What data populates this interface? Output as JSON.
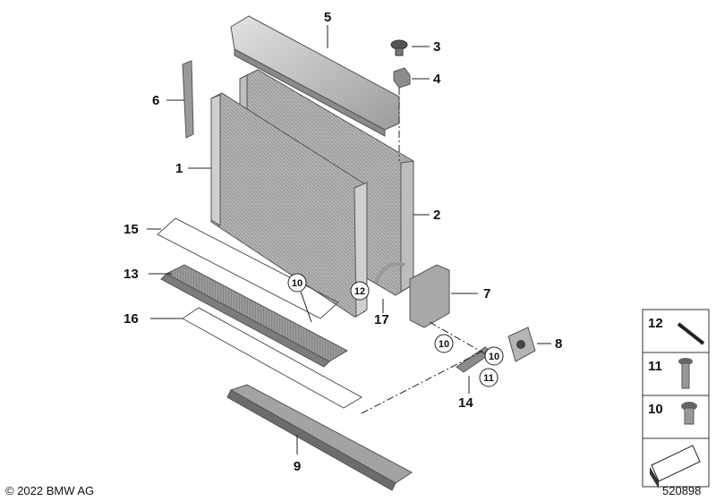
{
  "callouts": {
    "p1": "1",
    "p2": "2",
    "p3": "3",
    "p4": "4",
    "p5": "5",
    "p6": "6",
    "p7": "7",
    "p8": "8",
    "p9": "9",
    "p13": "13",
    "p14": "14",
    "p15": "15",
    "p16": "16",
    "p17": "17"
  },
  "circled": {
    "c10a": "10",
    "c12": "12",
    "c10b": "10",
    "c10c": "10",
    "c11": "11"
  },
  "legend": [
    {
      "number": "12",
      "part": "strip"
    },
    {
      "number": "11",
      "part": "bolt"
    },
    {
      "number": "10",
      "part": "screw"
    }
  ],
  "copyright": "© 2022 BMW AG",
  "diagram_number": "520898",
  "colors": {
    "part_fill": "#c8c8c8",
    "part_dark": "#7a7a7a",
    "mesh": "#9a9a9a",
    "line": "#222222"
  }
}
